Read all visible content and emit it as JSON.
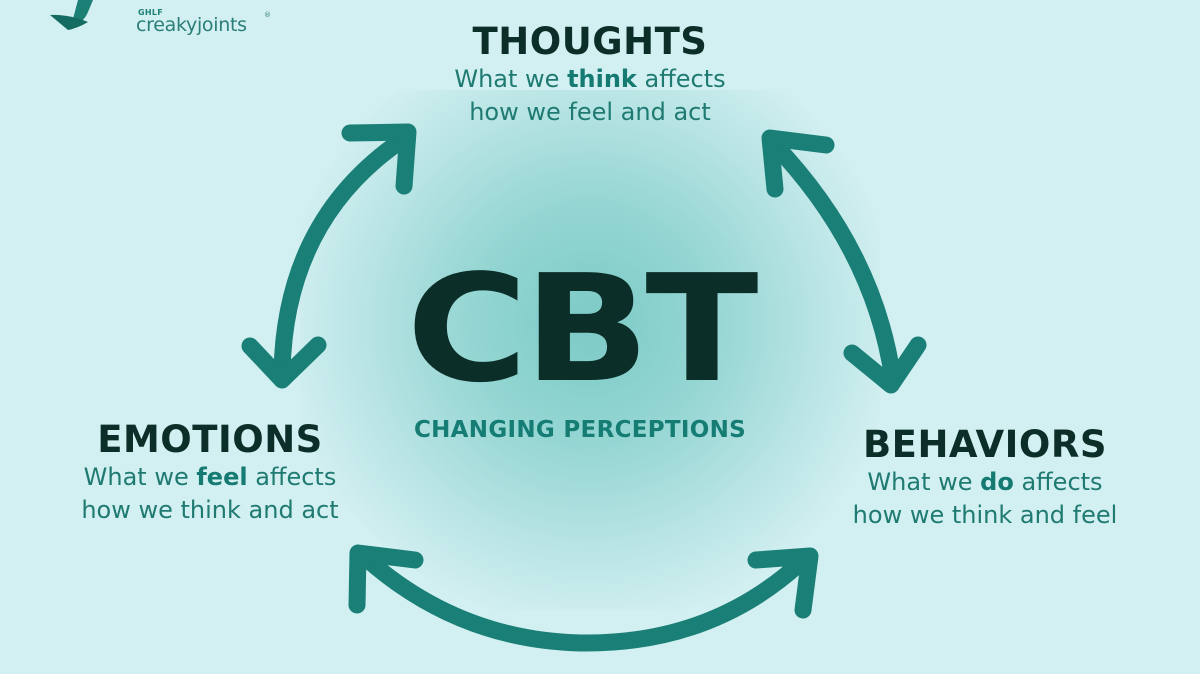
{
  "logo": {
    "org": "GHLF",
    "brand": "creakyjoints",
    "registered_mark": "®",
    "icon": "leaf-logo-icon"
  },
  "center": {
    "title": "CBT",
    "subtitle": "CHANGING PERCEPTIONS"
  },
  "nodes": {
    "thoughts": {
      "title": "THOUGHTS",
      "desc_prefix": "What we ",
      "desc_bold": "think",
      "desc_suffix": " affects",
      "desc_line2": "how we feel and act"
    },
    "emotions": {
      "title": "EMOTIONS",
      "desc_prefix": "What we ",
      "desc_bold": "feel",
      "desc_suffix": " affects",
      "desc_line2": "how we think and act"
    },
    "behaviors": {
      "title": "BEHAVIORS",
      "desc_prefix": "What we ",
      "desc_bold": "do",
      "desc_suffix": " affects",
      "desc_line2": "how we think and feel"
    }
  },
  "arrows": [
    {
      "from": "emotions",
      "to": "thoughts",
      "type": "bidirectional",
      "icon": "double-arrow-icon"
    },
    {
      "from": "thoughts",
      "to": "behaviors",
      "type": "bidirectional",
      "icon": "double-arrow-icon"
    },
    {
      "from": "behaviors",
      "to": "emotions",
      "type": "bidirectional",
      "icon": "double-arrow-icon"
    }
  ],
  "colors": {
    "background": "#d2eff1",
    "arrow": "#1a7f76",
    "title_text": "#0c2e29",
    "accent_text": "#1f7a72"
  }
}
